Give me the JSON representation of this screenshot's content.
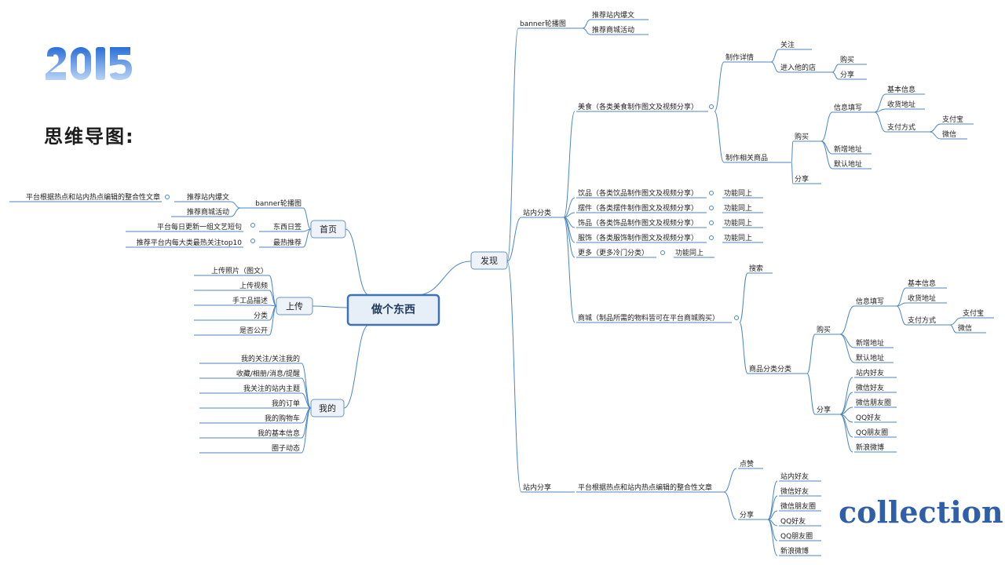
{
  "logo": {
    "year_text": "2015"
  },
  "title": "思维导图:",
  "watermark": "collection",
  "root": "做个东西",
  "home": {
    "label": "首页",
    "banner": "banner轮播图",
    "banner_children": [
      "推荐站内爆文",
      "推荐商城活动"
    ],
    "banner_note": "平台根据热点和站内热点编辑的整合性文章",
    "daily": "东西日签",
    "daily_note": "平台每日更新一组文艺短句",
    "hot": "最热推荐",
    "hot_note": "推荐平台内每大类最热关注top10"
  },
  "upload": {
    "label": "上传",
    "items": [
      "上传照片（图文）",
      "上传视频",
      "手工品描述",
      "分类",
      "是否公开"
    ]
  },
  "mine": {
    "label": "我的",
    "items": [
      "我的关注/关注我的",
      "收藏/相册/消息/提醒",
      "我关注的站内主题",
      "我的订单",
      "我的购物车",
      "我的基本信息",
      "圈子动态"
    ]
  },
  "discover": {
    "label": "发现",
    "banner": "banner轮播图",
    "banner_children": [
      "推荐站内爆文",
      "推荐商城活动"
    ],
    "category": "站内分类",
    "food": "美食（各类美食制作图文及视频分享）",
    "making_detail": "制作详情",
    "follow": "关注",
    "visit_shop": "进入他的店",
    "buy": "购买",
    "share": "分享",
    "related_goods": "制作相关商品",
    "info_fill": "信息填写",
    "basic_info": "基本信息",
    "address": "收货地址",
    "pay_method": "支付方式",
    "alipay": "支付宝",
    "wechat": "微信",
    "add_address": "新增地址",
    "default_address": "默认地址",
    "drinks": "饮品（各类饮品制作图文及视频分享）",
    "ornaments": "摆件（各类摆件制作图文及视频分享）",
    "accessories": "饰品（各类饰品制作图文及视频分享）",
    "clothing": "服饰（各类服饰制作图文及视频分享）",
    "more": "更多（更多冷门分类）",
    "same_function": "功能同上",
    "mall": "商城（制品所需的物料皆可在平台商城购买）",
    "search": "搜索",
    "goods_category": "商品分类分类",
    "share_targets": [
      "站内好友",
      "微信好友",
      "微信朋友圈",
      "QQ好友",
      "QQ朋友圈",
      "新浪微博"
    ],
    "site_share": "站内分享",
    "site_share_article": "平台根据热点和站内热点编辑的整合性文章",
    "like": "点赞"
  }
}
